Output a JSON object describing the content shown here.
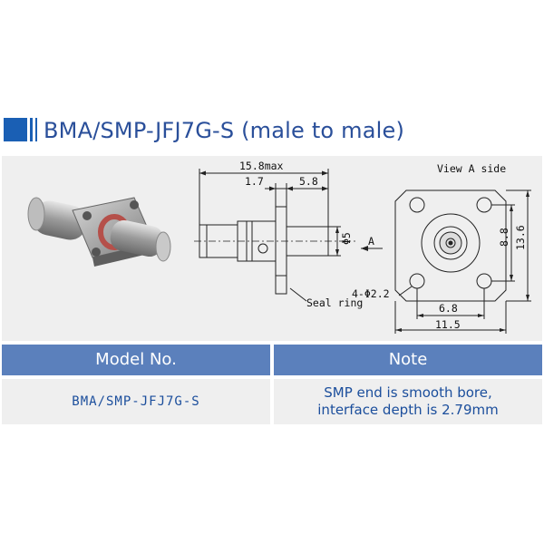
{
  "title": "BMA/SMP-JFJ7G-S (male to male)",
  "colors": {
    "accent": "#1a5fb4",
    "title_text": "#2a4f9a",
    "header_bg": "#5b80bc",
    "cell_text": "#1b4e9c",
    "panel_bg": "#efefef",
    "seal_ring": "#b5504a"
  },
  "drawing": {
    "view_a_label": "View A side",
    "dim_overall": "15.8max",
    "dim_left": "1.7",
    "dim_right": "5.8",
    "dim_dia": "Φ5",
    "view_marker": "A",
    "seal_ring_label": "Seal ring",
    "hole_label": "4-Φ2.2",
    "dim_88": "8.8",
    "dim_136": "13.6",
    "dim_68": "6.8",
    "dim_115": "11.5"
  },
  "table": {
    "headers": [
      "Model No.",
      "Note"
    ],
    "model": "BMA/SMP-JFJ7G-S",
    "note_lines": [
      "SMP end is smooth bore,",
      "interface depth is 2.79mm"
    ]
  }
}
